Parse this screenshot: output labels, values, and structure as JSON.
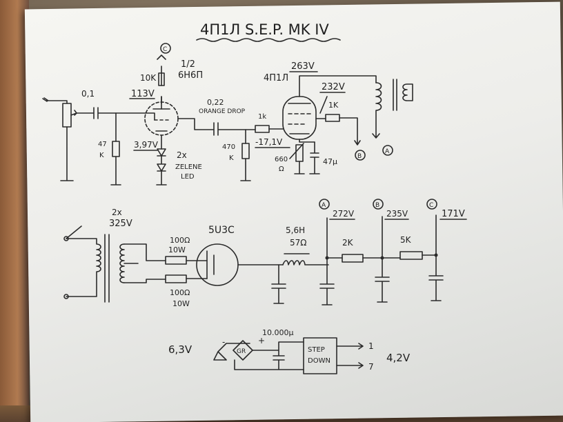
{
  "title": "4П1Л S.E.P. MK IV",
  "amp": {
    "input_cap": "0,1",
    "grid_res": "47",
    "grid_res_unit": "K",
    "v1_plate": "113V",
    "v1_plate_res": "10K",
    "v1_tube": "1/2",
    "v1_tube_type": "6H6П",
    "v1_cathode": "3,97V",
    "led_count": "2x",
    "led_label_1": "ZELENE",
    "led_label_2": "LED",
    "coupling_cap": "0,22",
    "coupling_cap_note": "ORANGE DROP",
    "v2_grid_res": "470",
    "v2_grid_res_unit": "K",
    "grid_stopper": "1k",
    "v2_tube": "4П1Л",
    "v2_plate": "263V",
    "v2_screen": "232V",
    "screen_res": "1K",
    "v2_cathode": "-17,1V",
    "cathode_res": "660",
    "cathode_res_unit": "Ω",
    "cathode_cap": "47μ",
    "node_a": "A",
    "node_b": "B",
    "node_c": "C"
  },
  "psu": {
    "transformer": "2x",
    "transformer_v": "325V",
    "res1": "100Ω",
    "res1_w": "10W",
    "res2": "100Ω",
    "res2_w": "10W",
    "rectifier": "5U3C",
    "choke_h": "5,6H",
    "choke_r": "57Ω",
    "node_a_v": "272V",
    "res_ab": "2K",
    "node_b_v": "235V",
    "res_bc": "5K",
    "node_c_v": "171V",
    "node_a": "A",
    "node_b": "B",
    "node_c": "C"
  },
  "heater": {
    "input_v": "6,3V",
    "cap": "10.000μ",
    "bridge": "GR",
    "minus": "-",
    "plus": "+",
    "regulator_line1": "STEP",
    "regulator_line2": "DOWN",
    "out1": "1",
    "out2": "7",
    "output_v": "4,2V"
  },
  "colors": {
    "ink": "#2a2a2a",
    "paper": "#f2f2ee"
  }
}
